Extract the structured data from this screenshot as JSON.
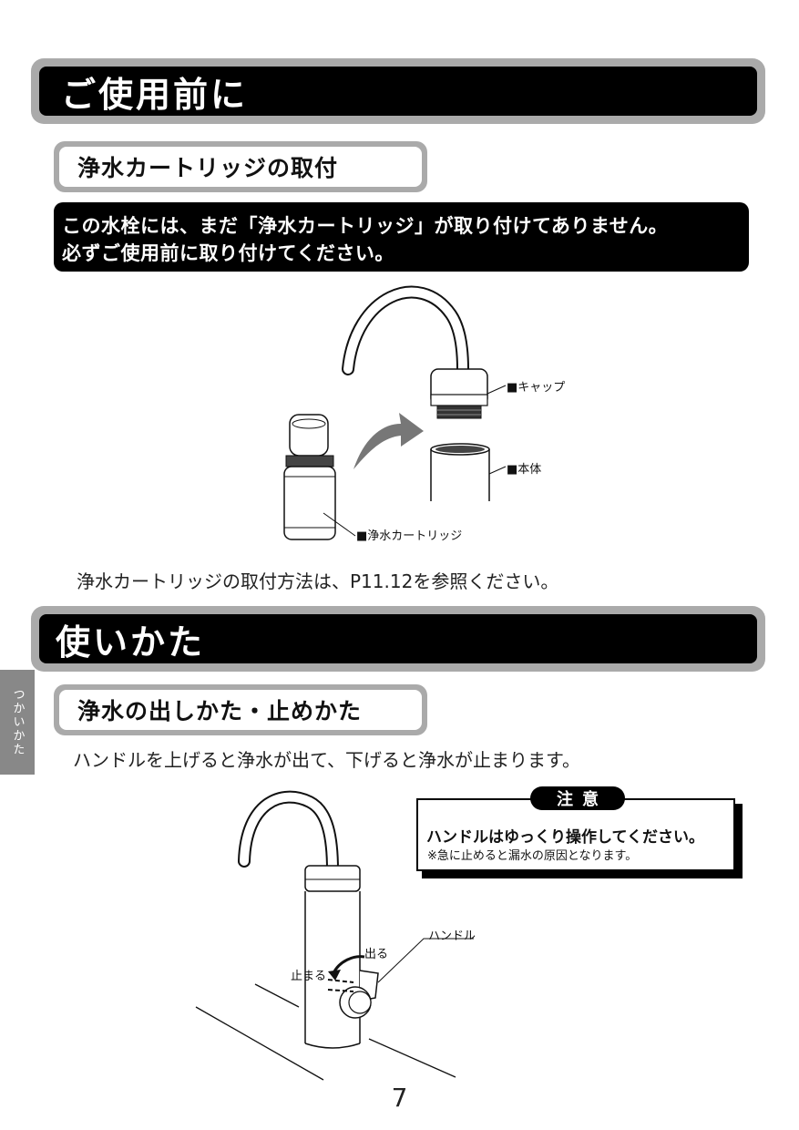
{
  "section1": {
    "title": "ご使用前に"
  },
  "subsection1": {
    "title": "浄水カートリッジの取付"
  },
  "notice": {
    "line1": "この水栓には、まだ「浄水カートリッジ」が取り付けてありません。",
    "line2": "必ずご使用前に取り付けてください。"
  },
  "figure1": {
    "label_cap": "■キャップ",
    "label_body": "■本体",
    "label_cartridge": "■浄水カートリッジ"
  },
  "install_reference": "浄水カートリッジの取付方法は、P11.12を参照ください。",
  "section2": {
    "title": "使いかた"
  },
  "side_tab": {
    "label": "つかいかた"
  },
  "subsection2": {
    "title": "浄水の出しかた・止めかた"
  },
  "usage_text": "ハンドルを上げると浄水が出て、下げると浄水が止まります。",
  "caution": {
    "heading": "注意",
    "main": "ハンドルはゆっくり操作してください。",
    "note": "※急に止めると漏水の原因となります。"
  },
  "figure2": {
    "label_handle": "ハンドル",
    "label_out": "出る",
    "label_stop": "止まる"
  },
  "page_number": "7"
}
